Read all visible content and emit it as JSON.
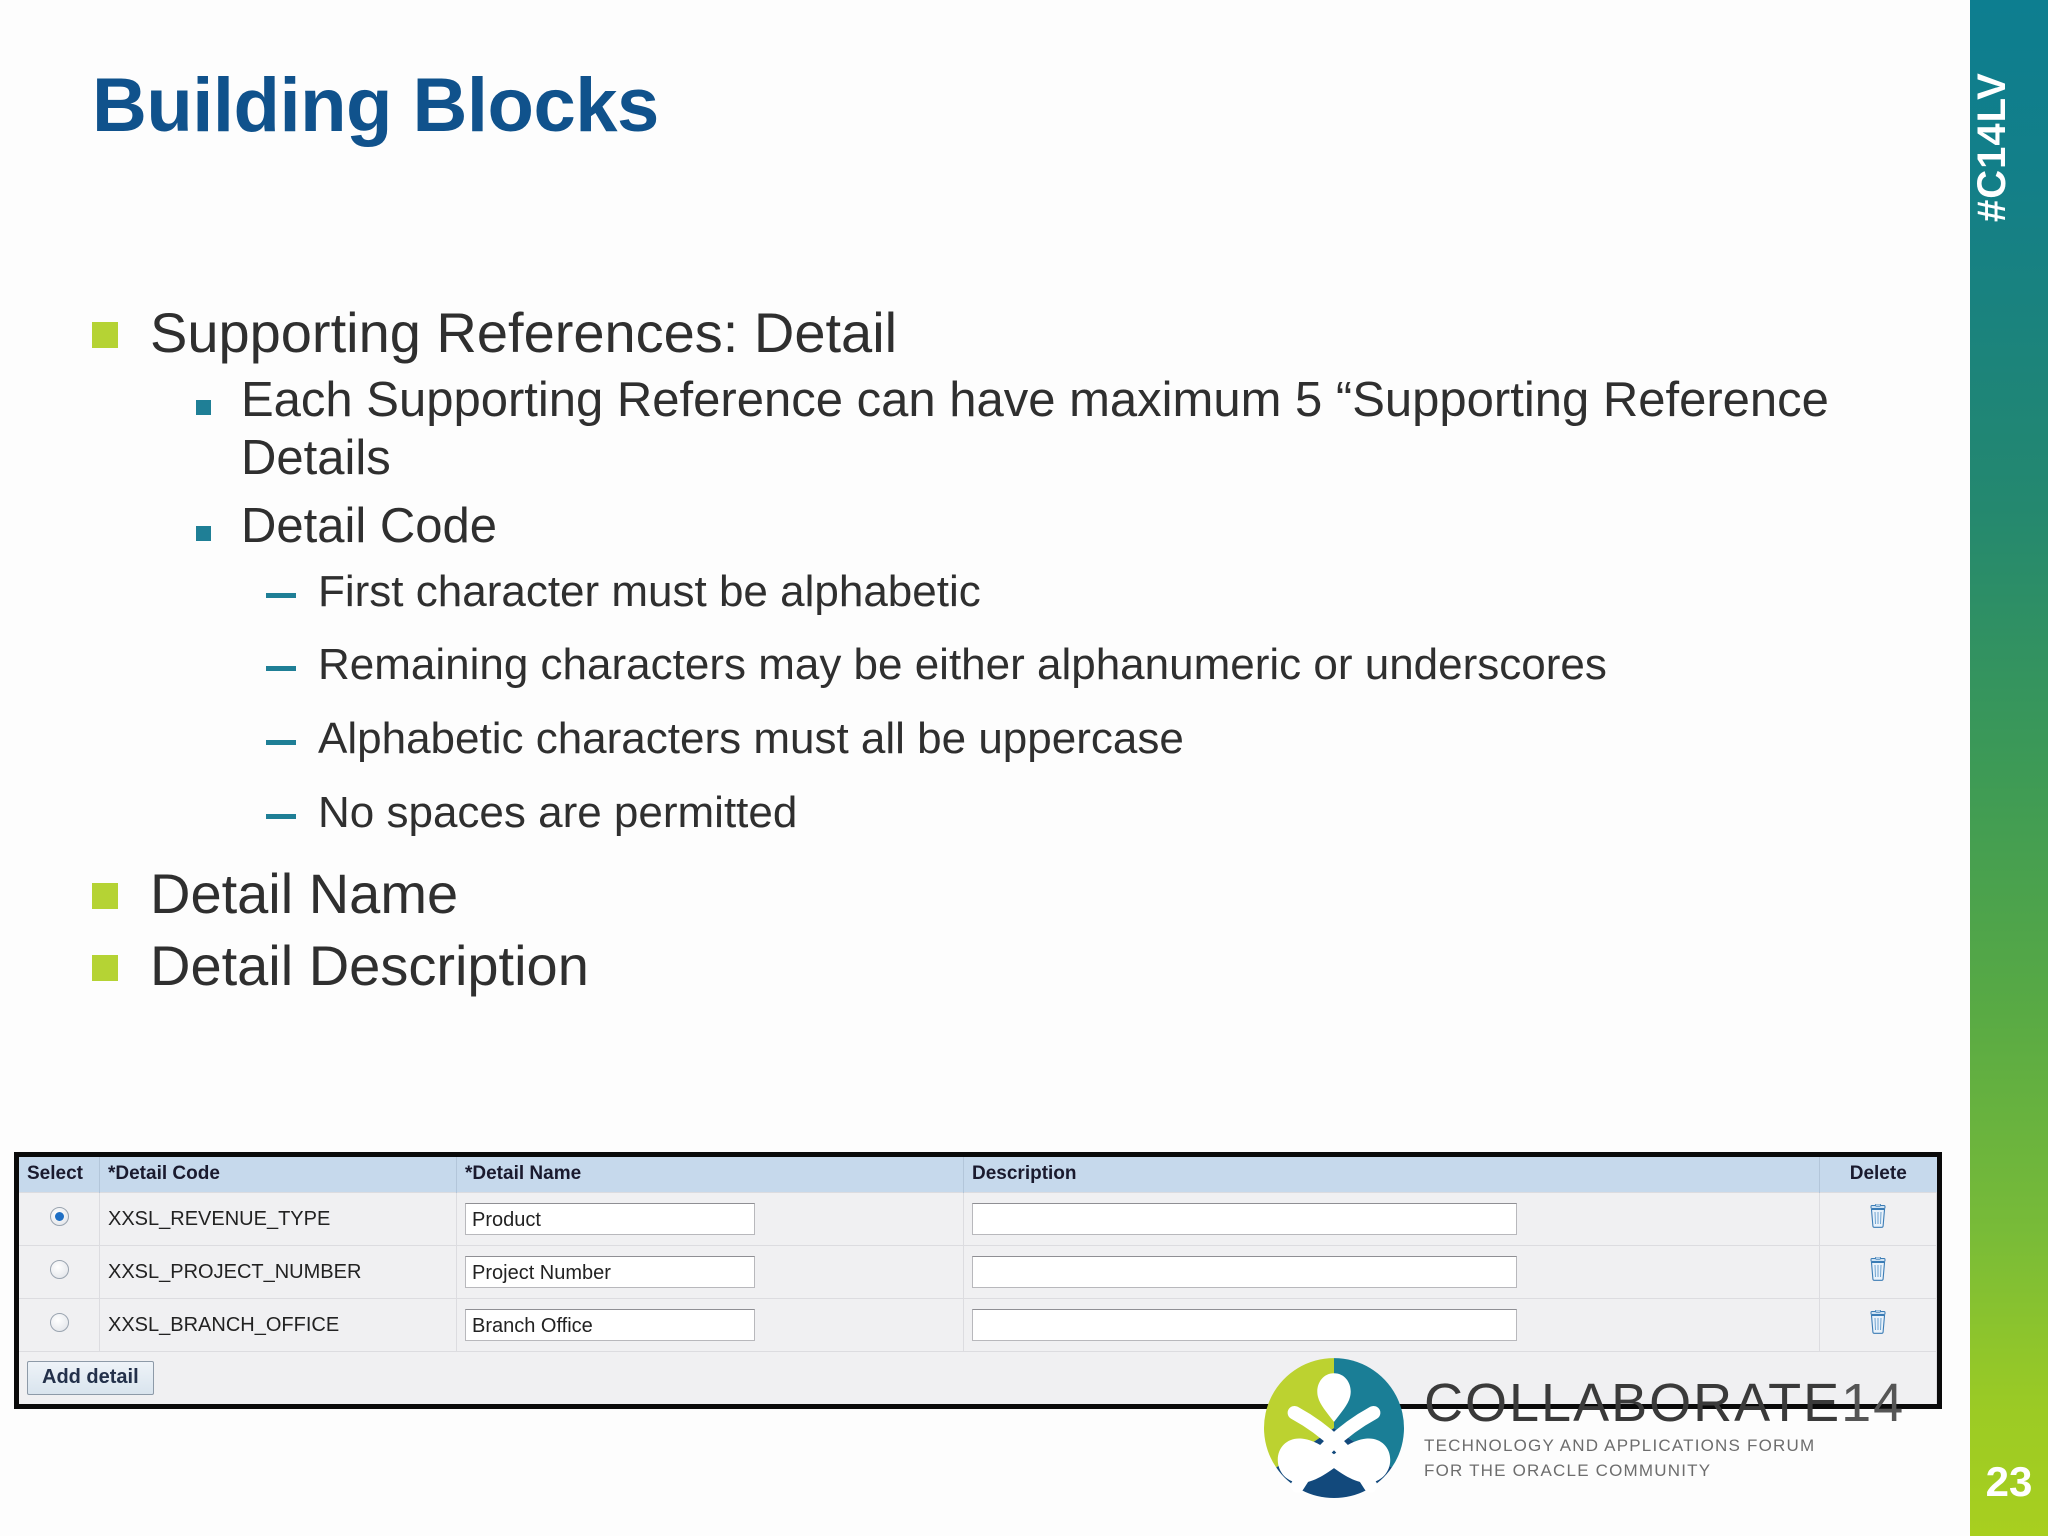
{
  "slide": {
    "title": "Building Blocks",
    "page_number": "23",
    "hashtag": "#C14LV",
    "title_color": "#10528c",
    "bullet_l1_color": "#b5d334",
    "bullet_l2_color": "#1f7f96",
    "bullet_l3_color": "#1f7f96",
    "rail_gradient_from": "#0d7e90",
    "rail_gradient_to": "#a8cf1f"
  },
  "bullets": {
    "b1": "Supporting References: Detail",
    "b1_1": "Each Supporting Reference can have maximum 5 “Supporting Reference Details",
    "b1_2": "Detail Code",
    "b1_2_1": "First character must be alphabetic",
    "b1_2_2": "Remaining characters may be either alphanumeric or underscores",
    "b1_2_3": "Alphabetic characters must all be uppercase",
    "b1_2_4": "No spaces are permitted",
    "b2": "Detail Name",
    "b3": "Detail Description"
  },
  "form": {
    "headers": {
      "select": "Select",
      "detail_code": "*Detail Code",
      "detail_name": "*Detail Name",
      "description": "Description",
      "delete": "Delete"
    },
    "rows": [
      {
        "selected": true,
        "detail_code": "XXSL_REVENUE_TYPE",
        "detail_name": "Product",
        "description": "",
        "delete_icon": "trash-icon"
      },
      {
        "selected": false,
        "detail_code": "XXSL_PROJECT_NUMBER",
        "detail_name": "Project Number",
        "description": "",
        "delete_icon": "trash-icon"
      },
      {
        "selected": false,
        "detail_code": "XXSL_BRANCH_OFFICE",
        "detail_name": "Branch Office",
        "description": "",
        "delete_icon": "trash-icon"
      }
    ],
    "add_button": "Add detail"
  },
  "logo": {
    "word": "COLLABORATE",
    "year": "14",
    "sub_line1": "TECHNOLOGY AND APPLICATIONS FORUM",
    "sub_line2": "FOR THE ORACLE COMMUNITY",
    "mark_green": "#bcd230",
    "mark_teal": "#1a7e96",
    "mark_navy": "#12497c"
  }
}
